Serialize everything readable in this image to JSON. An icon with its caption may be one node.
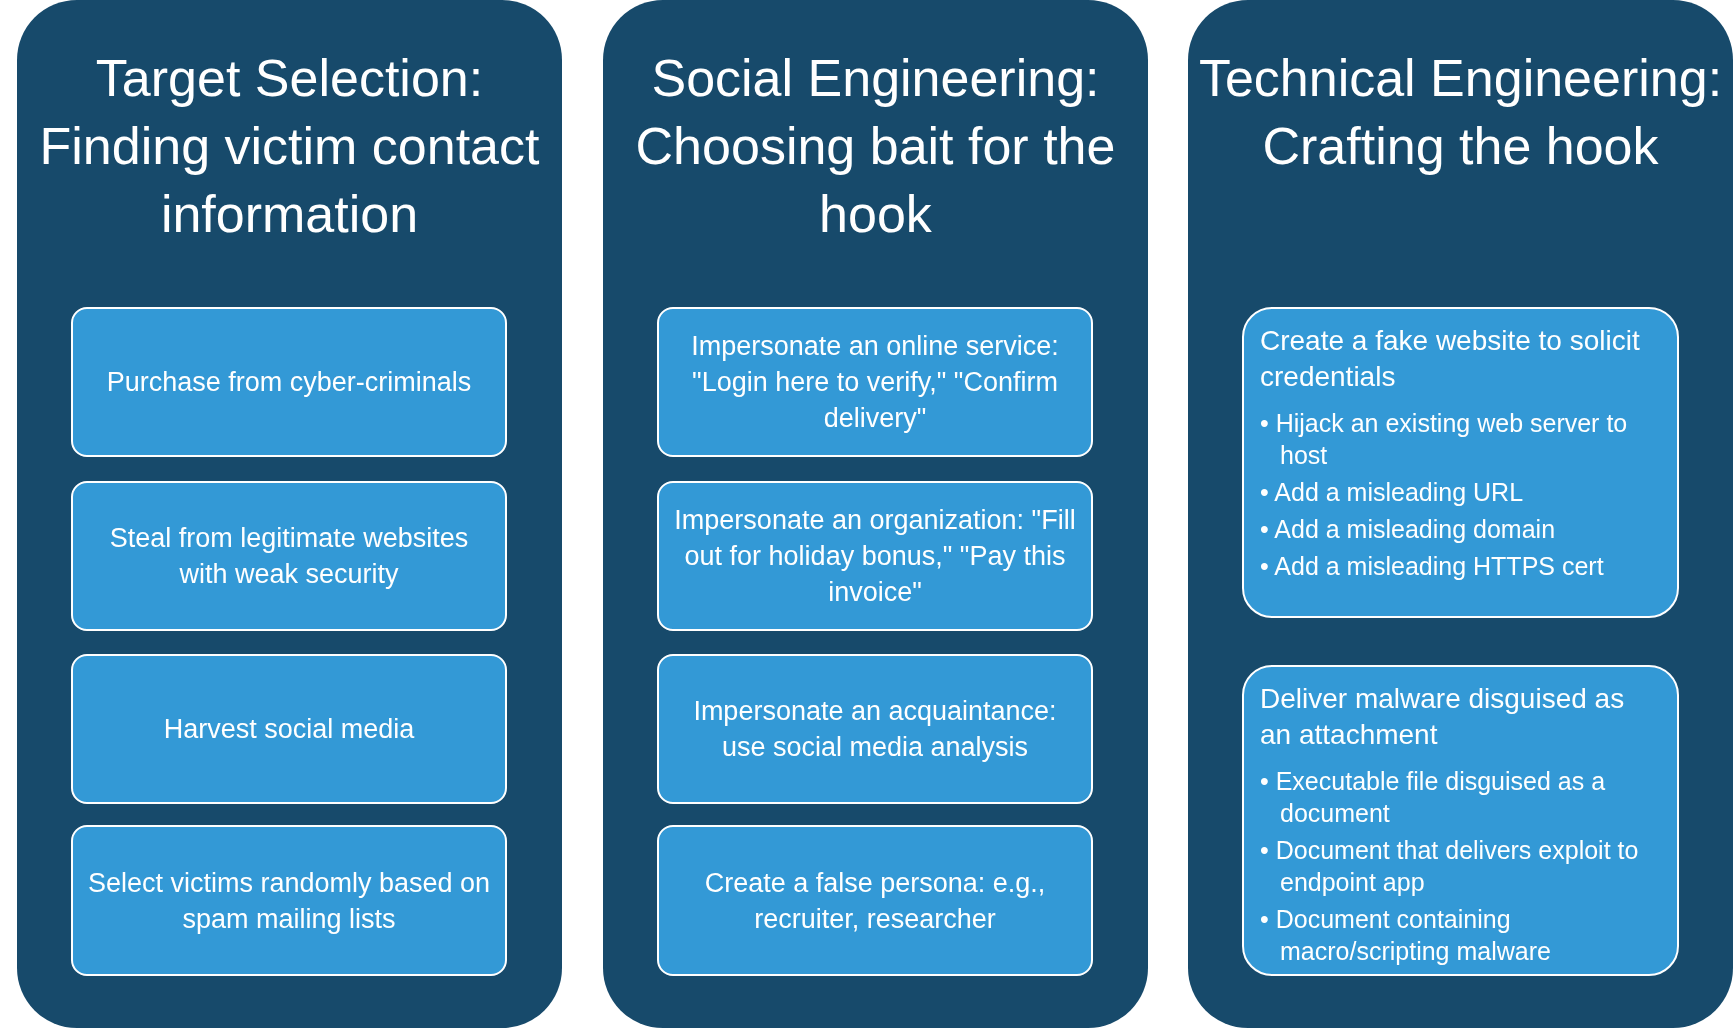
{
  "diagram": {
    "nodes": [
      {
        "text": [
          "Target Selection: Finding victim contact information"
        ]
      },
      {
        "text": [
          "Purchase from cyber-criminals"
        ],
        "in": 0
      },
      {
        "text": [
          "Steal from legitimate websites with weak security"
        ],
        "in": 0
      },
      {
        "text": [
          "Harvest social media"
        ],
        "in": 0
      },
      {
        "text": [
          "Select victims randomly based on spam mailing lists"
        ],
        "in": 0
      },
      {
        "text": [
          "Social Engineering: Choosing bait for the hook"
        ]
      },
      {
        "text": [
          "Impersonate an online service: \"Login here to verify,\" \"Confirm delivery\""
        ],
        "in": 5
      },
      {
        "text": [
          "Impersonate an organization: \"Fill out for holiday bonus,\" \"Pay this invoice\""
        ],
        "in": 5
      },
      {
        "text": [
          "Impersonate an acquaintance: use social media analysis"
        ],
        "in": 5
      },
      {
        "text": [
          "Create a false persona: e.g., recruiter, researcher"
        ],
        "in": 5
      },
      {
        "text": [
          "Technical Engineering: Crafting the hook"
        ]
      },
      {
        "text": [
          "Create a fake website to solicit credentials",
          "• Hijack an existing web server to host",
          "• Add a misleading URL",
          "• Add a misleading domain",
          "• Add a misleading HTTPS cert"
        ],
        "in": 10
      },
      {
        "text": [
          "Deliver malware disguised as an attachment",
          "• Executable file disguised as a document",
          "• Document that delivers exploit to endpoint app",
          "• Document containing macro/scripting malware"
        ],
        "in": 10
      }
    ]
  }
}
